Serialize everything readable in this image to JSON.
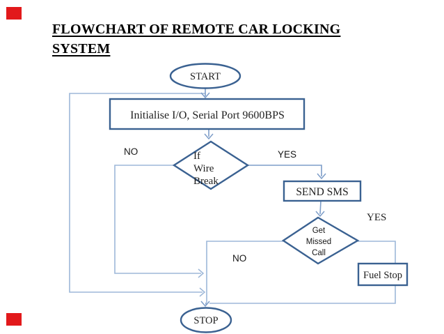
{
  "slide": {
    "title_line1": "FLOWCHART OF REMOTE CAR LOCKING",
    "title_line2": "SYSTEM",
    "accent_color": "#e2191b"
  },
  "flowchart": {
    "start": {
      "label": "START"
    },
    "init": {
      "label": "Initialise I/O, Serial Port 9600BPS"
    },
    "wire_break": {
      "line1": "If",
      "line2": "Wire",
      "line3": "Break"
    },
    "send_sms": {
      "label": "SEND SMS"
    },
    "missed_call": {
      "line1": "Get",
      "line2": "Missed",
      "line3": "Call"
    },
    "fuel_stop": {
      "label": "Fuel Stop"
    },
    "stop": {
      "label": "STOP"
    },
    "labels": {
      "wire_break_no": "NO",
      "wire_break_yes": "YES",
      "missed_call_yes": "YES",
      "missed_call_no": "NO"
    },
    "colors": {
      "shape_stroke": "#3a6191",
      "connector": "#7d9dc8",
      "loop": "#9db7d8",
      "text": "#1f1f1f",
      "label": "#161616"
    }
  }
}
